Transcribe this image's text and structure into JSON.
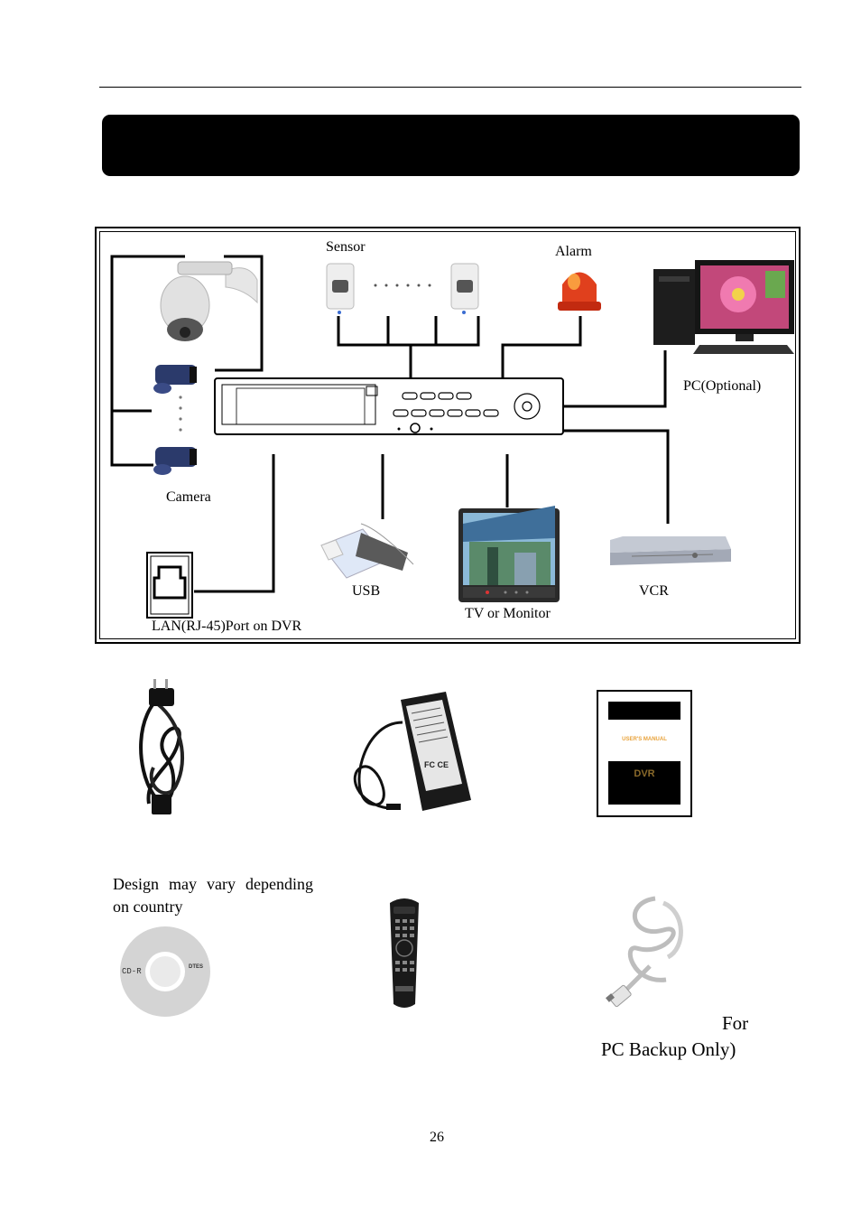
{
  "labels": {
    "sensor": "Sensor",
    "alarm": "Alarm",
    "pc": "PC(Optional)",
    "camera": "Camera",
    "usb": "USB",
    "tv": "TV or Monitor",
    "vcr": "VCR",
    "lan": "LAN(RJ-45)Port on DVR"
  },
  "accessories": {
    "power_cord_note": "Design may vary depending on country",
    "manual_cover_text": "USER'S MANUAL",
    "manual_logo_text": "DVR",
    "cd_label": "CD-R",
    "cd_brand": "DTES",
    "cable_note_1": "For",
    "cable_note_2": "PC Backup Only)"
  },
  "page_number": "26"
}
